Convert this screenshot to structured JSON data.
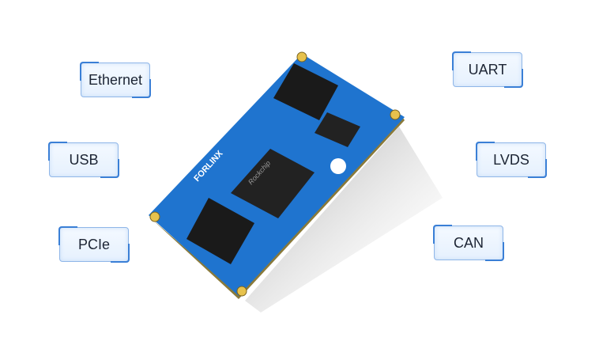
{
  "labels": {
    "ethernet": "Ethernet",
    "usb": "USB",
    "pcie": "PCIe",
    "uart": "UART",
    "lvds": "LVDS",
    "can": "CAN"
  },
  "board": {
    "brand": "FORLINX",
    "chip_brand": "Rockchip",
    "board_color": "#1f74cf",
    "accent": "#3a7fd6"
  }
}
